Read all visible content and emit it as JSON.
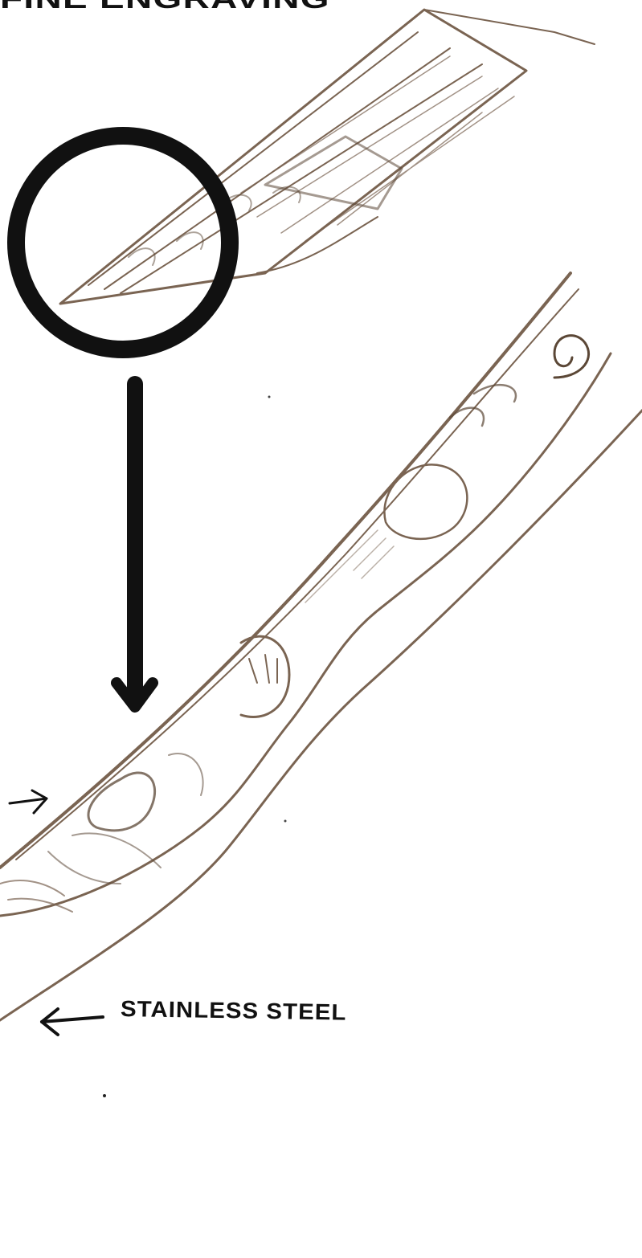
{
  "labels": {
    "top_heading": "FINE ENGRAVING",
    "material_label": "STAINLESS STEEL"
  },
  "colors": {
    "pencil": "#7a6452",
    "ink": "#111111",
    "paper": "#ffffff"
  },
  "icons": {
    "magnifier": "circle-callout",
    "pointer": "arrow-down",
    "side_pointer": "arrow-right",
    "steel_pointer": "arrow-left"
  }
}
